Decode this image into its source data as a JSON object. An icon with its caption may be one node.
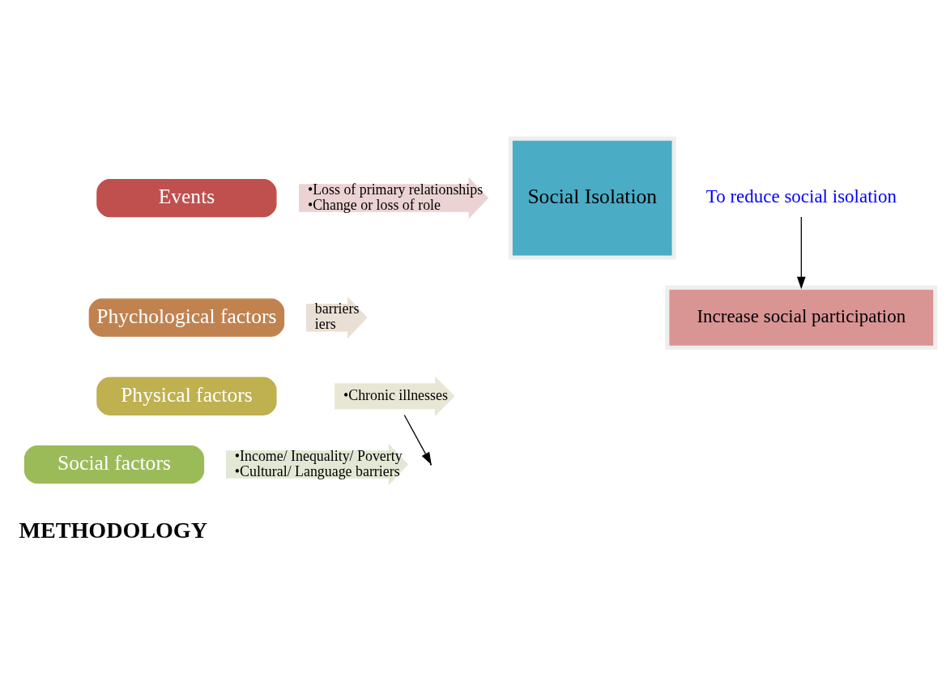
{
  "diagram": {
    "nodes": [
      {
        "text": [
          "Events"
        ]
      },
      {
        "text": [
          "•Loss of primary relationships",
          "•Change or loss of role"
        ]
      },
      {
        "text": [
          "Phychological factors"
        ]
      },
      {
        "text": [
          "barriers",
          "iers"
        ]
      },
      {
        "text": [
          "Physical factors"
        ]
      },
      {
        "text": [
          "•Chronic illnesses"
        ]
      },
      {
        "text": [
          "Social factors"
        ]
      },
      {
        "text": [
          "•Income/ Inequality/ Poverty",
          "•Cultural/ Language barriers"
        ]
      },
      {
        "text": [
          "Social Isolation"
        ]
      },
      {
        "text": [
          "To reduce social isolation"
        ]
      },
      {
        "text": [
          "Increase social participation"
        ]
      }
    ],
    "edges": [
      {
        "from": 5,
        "to": null,
        "arrow": "to"
      },
      {
        "from": 9,
        "to": 10,
        "arrow": "to"
      }
    ],
    "labels": [
      "METHODOLOGY"
    ]
  }
}
